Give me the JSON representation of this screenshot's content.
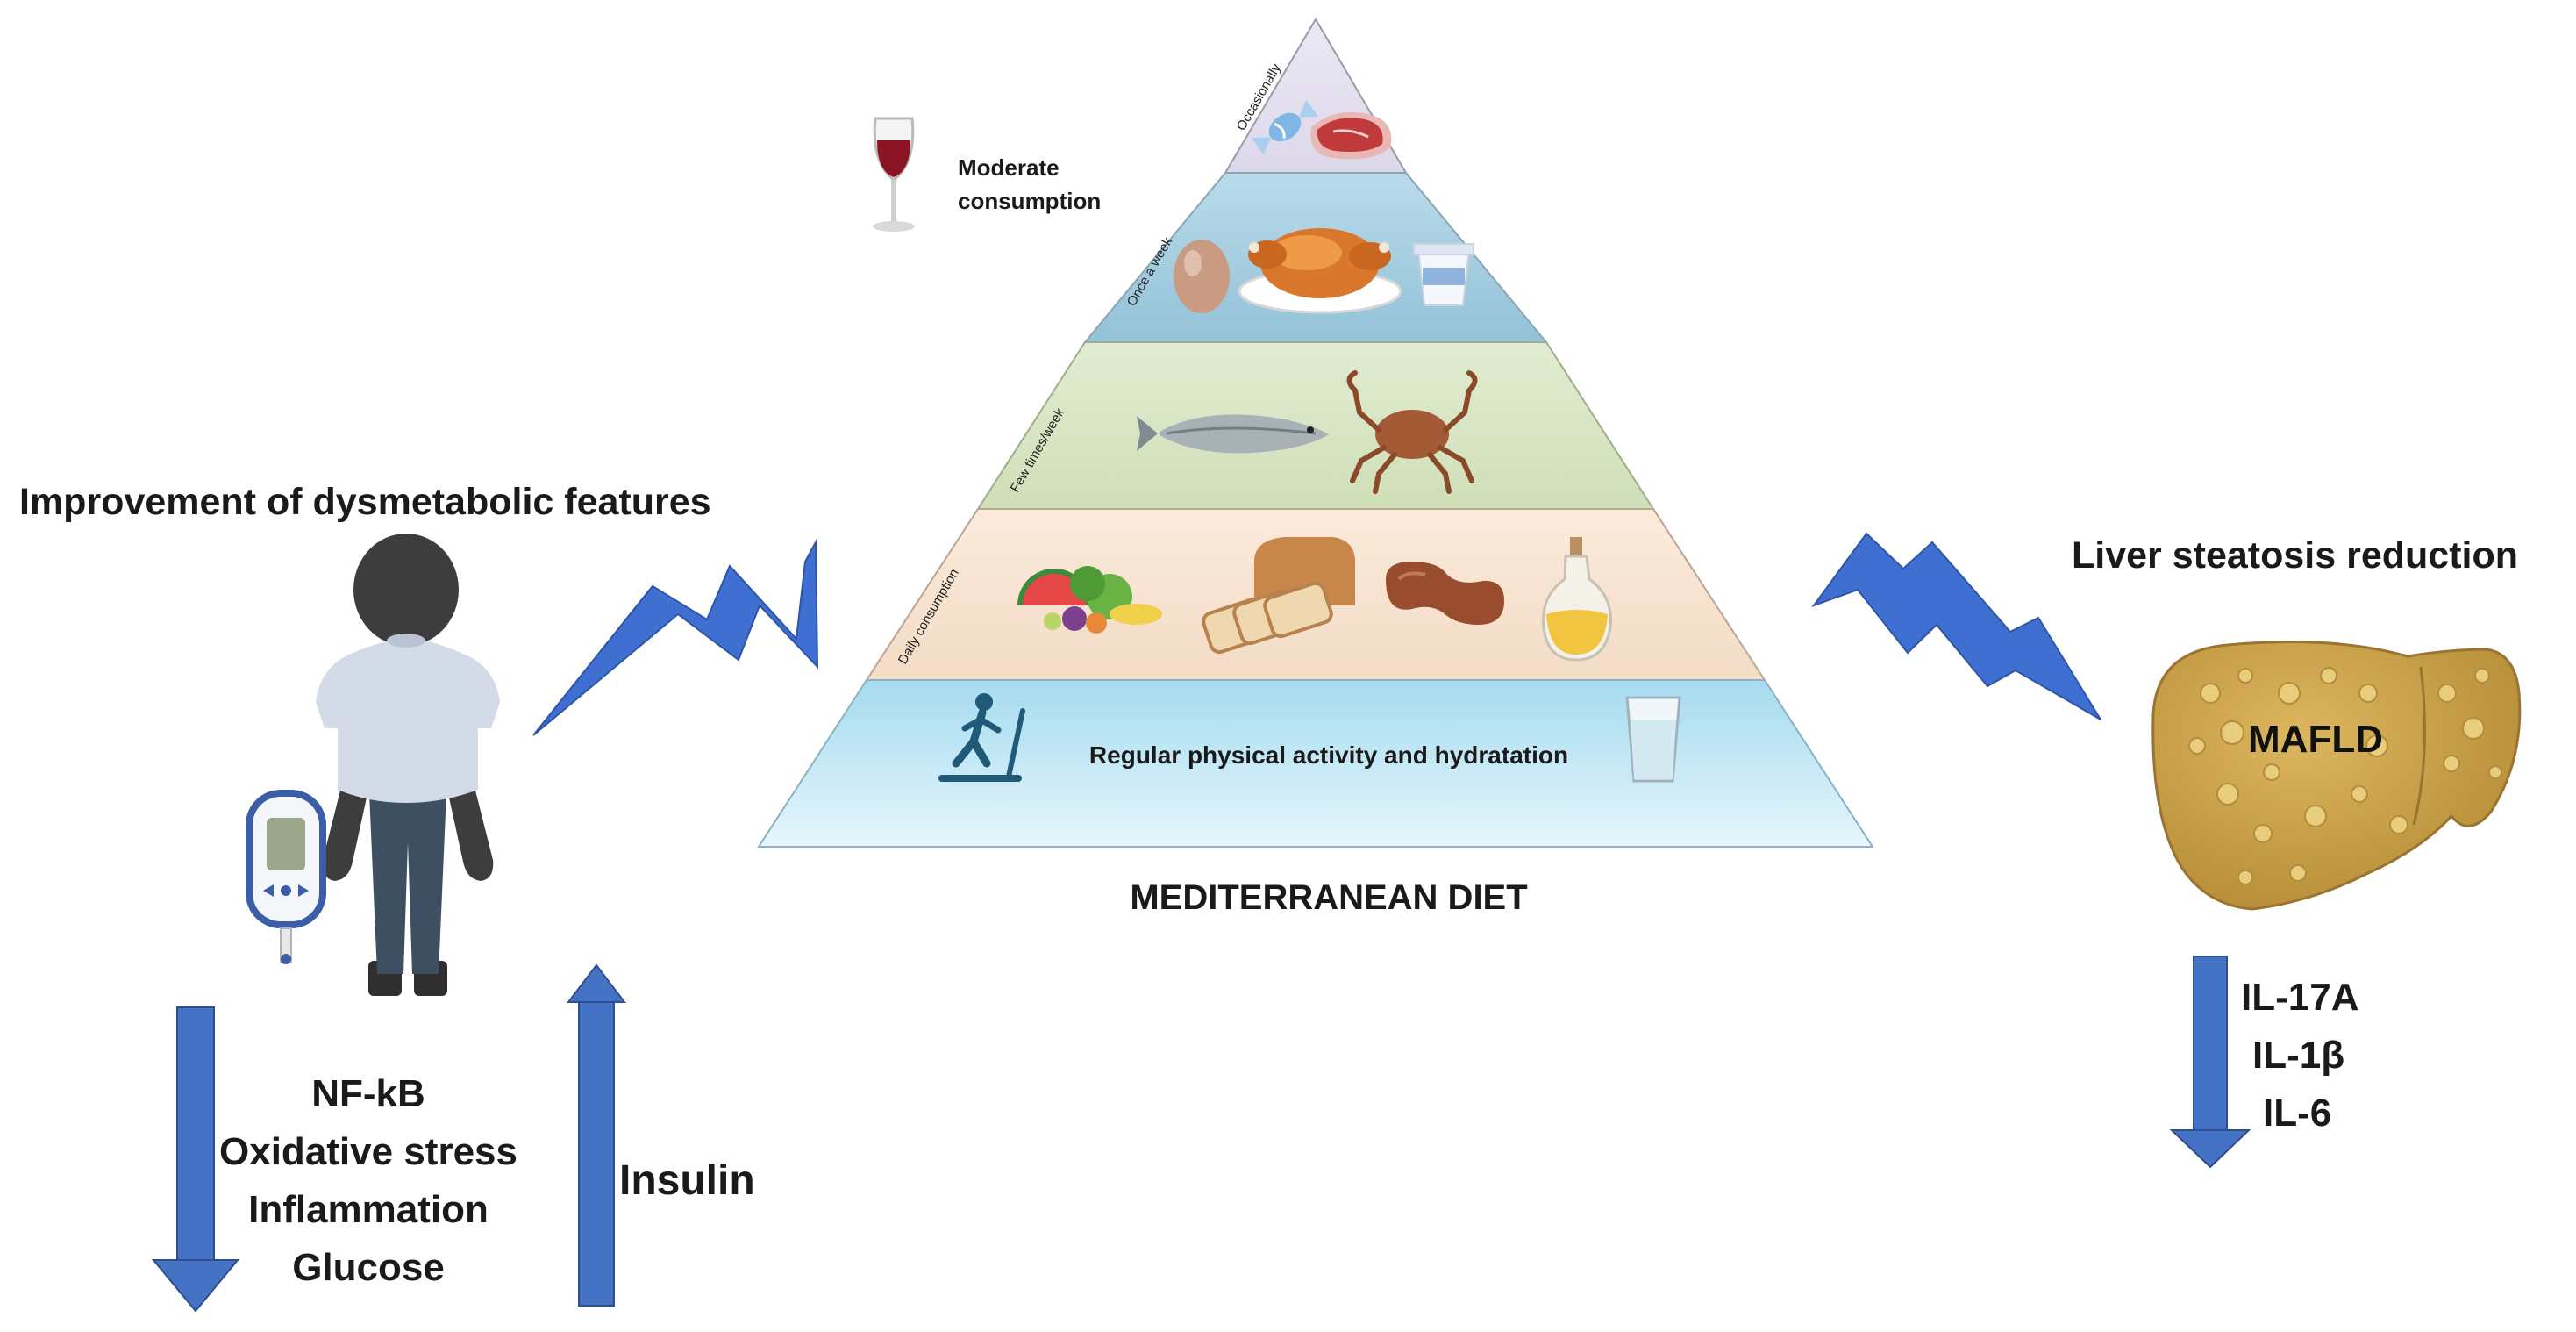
{
  "left_panel": {
    "title": "Improvement of dysmetabolic features",
    "down_markers": [
      "NF-kB",
      "Oxidative stress",
      "Inflammation",
      "Glucose"
    ],
    "up_marker": "Insulin"
  },
  "pyramid": {
    "title": "MEDITERRANEAN DIET",
    "tiers": [
      {
        "label": "Occasionally",
        "color": "#e4e0ef",
        "foods": [
          "candy-icon",
          "steak-icon"
        ]
      },
      {
        "label": "Once a week",
        "color": "#a9cfe0",
        "foods": [
          "egg-icon",
          "roast-chicken-icon",
          "yogurt-icon"
        ]
      },
      {
        "label": "Few times/week",
        "color": "#d9e6c6",
        "foods": [
          "fish-icon",
          "crab-icon"
        ]
      },
      {
        "label": "Daily consumption",
        "color": "#f8e4d2",
        "foods": [
          "fruits-vegetables-icon",
          "bread-icon",
          "peanut-icon",
          "olive-oil-icon"
        ]
      },
      {
        "label": "",
        "color": "#bfe6f4",
        "text": "Regular physical activity and hydratation",
        "foods": [
          "treadmill-runner-icon",
          "water-glass-icon"
        ]
      }
    ],
    "wine_note": {
      "line1": "Moderate",
      "line2": "consumption"
    }
  },
  "right_panel": {
    "title": "Liver steatosis reduction",
    "organ_label": "MAFLD",
    "down_markers": [
      "IL-17A",
      "IL-1β",
      "IL-6"
    ]
  },
  "colors": {
    "arrow_blue": "#4472c4",
    "bolt_blue": "#3f6fd0",
    "text": "#1a1a1a",
    "liver": "#c9a24a"
  }
}
